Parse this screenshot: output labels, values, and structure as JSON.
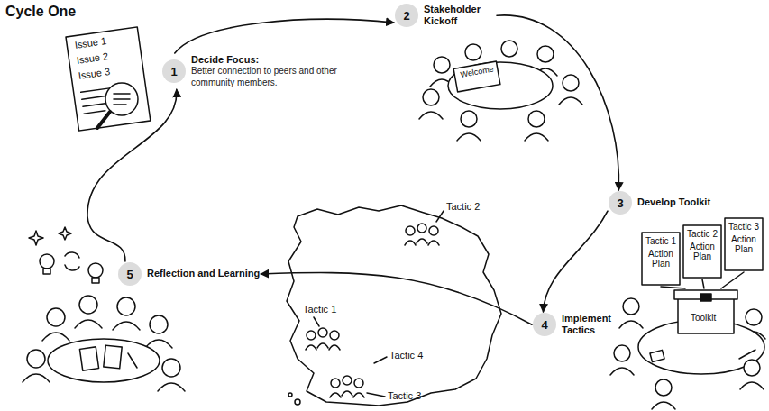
{
  "diagram": {
    "title": "Cycle One",
    "nodes": [
      {
        "text": [
          "1",
          "Decide Focus:",
          "Better connection to peers and other community members."
        ]
      },
      {
        "text": [
          "2",
          "Stakeholder Kickoff"
        ]
      },
      {
        "text": [
          "3",
          "Develop Toolkit"
        ]
      },
      {
        "text": [
          "4",
          "Implement Tactics"
        ]
      },
      {
        "text": [
          "5",
          "Reflection and Learning"
        ]
      }
    ],
    "edges": [
      {
        "from": 0,
        "to": 1,
        "arrow": "to"
      },
      {
        "from": 1,
        "to": 2,
        "arrow": "to"
      },
      {
        "from": 2,
        "to": 3,
        "arrow": "to"
      },
      {
        "from": 3,
        "to": 4,
        "arrow": "to"
      },
      {
        "from": 4,
        "to": 0,
        "arrow": "to"
      }
    ],
    "labels": [
      "Issue 1",
      "Issue 2",
      "Issue 3",
      "Welcome",
      "Tactic 1",
      "Action Plan",
      "Tactic 2",
      "Action Plan",
      "Tactic 3",
      "Action Plan",
      "Toolkit",
      "Tactic 2",
      "Tactic 1",
      "Tactic 4",
      "Tactic 3"
    ]
  }
}
